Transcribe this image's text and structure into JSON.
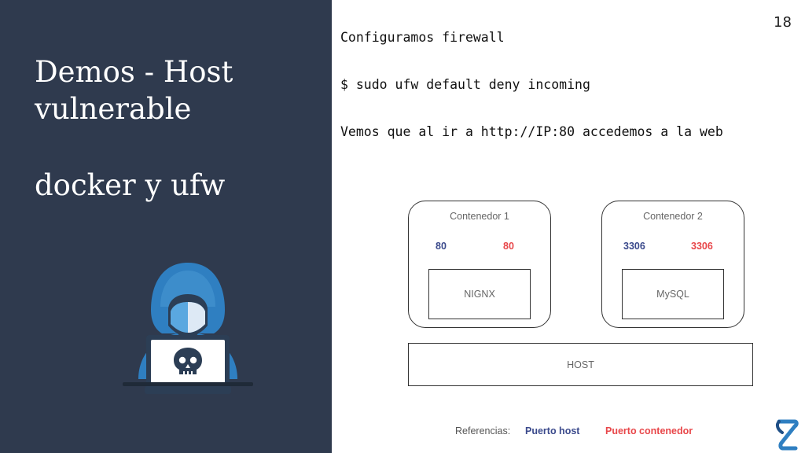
{
  "slide": {
    "title": "Demos - Host vulnerable",
    "subtitle": "docker y ufw",
    "page_number": "18"
  },
  "content": {
    "lines": [
      "Configuramos firewall",
      "$ sudo ufw default deny incoming",
      "Vemos que al ir a http://IP:80 accedemos a la web"
    ]
  },
  "diagram": {
    "containers": [
      {
        "name": "Contenedor 1",
        "host_port": "80",
        "container_port": "80",
        "service": "NIGNX"
      },
      {
        "name": "Contenedor 2",
        "host_port": "3306",
        "container_port": "3306",
        "service": "MySQL"
      }
    ],
    "host": "HOST",
    "legend": {
      "label": "Referencias:",
      "host_port": "Puerto host",
      "container_port": "Puerto contenedor"
    }
  },
  "colors": {
    "sidebar": "#2f3a4e",
    "host_port": "#3b4a8c",
    "container_port": "#e8474a",
    "hood": "#2f7fc1",
    "hood_light": "#5aa8e0"
  },
  "icons": [
    "hacker-icon",
    "skull-icon",
    "logo-icon"
  ]
}
